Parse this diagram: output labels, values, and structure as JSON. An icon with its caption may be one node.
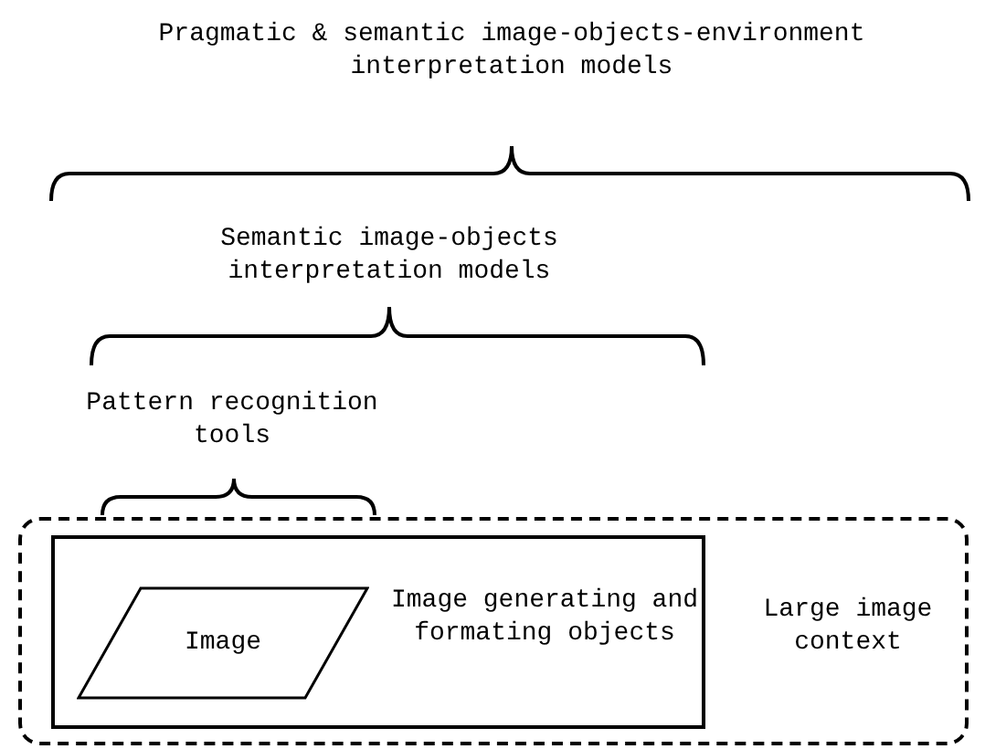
{
  "diagram": {
    "nodes": [
      {
        "text": [
          "Large image context"
        ]
      },
      {
        "text": [
          "Image generating and formating objects"
        ],
        "in": 0
      },
      {
        "text": [
          "Image"
        ],
        "in": 1
      }
    ],
    "edges": [],
    "labels": [
      "Pragmatic & semantic image-objects-environment interpretation models",
      "Semantic image-objects interpretation models",
      "Pattern recognition tools"
    ]
  }
}
